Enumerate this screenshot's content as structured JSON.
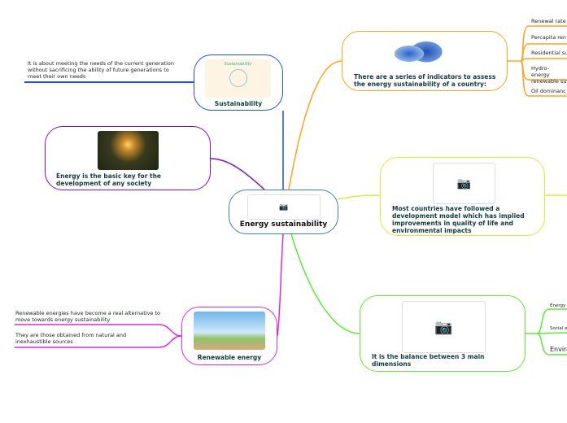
{
  "central": {
    "title": "Energy sustainability"
  },
  "sustainability": {
    "title": "Sustainability",
    "image_text": "Sustainability",
    "leaf": "It is about meeting the needs of the current generation without sacrificing the ability of future generations to meet their own needs"
  },
  "energy_key": {
    "title": "Energy is the basic key for the development of any society"
  },
  "renewable": {
    "title": "Renewable energy",
    "leaves": [
      "Renewable energies have become a real alternative to move towards energy sustainability",
      "They are those obtained from natural and inexhaustible sources"
    ]
  },
  "indicators": {
    "title": "There are a series of indicators to assess the energy sustainability of a country:",
    "leaves": [
      "Renewal rate",
      "Percapita ren",
      "Residential su",
      "Hydro-energy renewable su",
      "Oil dominanc"
    ]
  },
  "development": {
    "title": "Most countries have followed a development model which has implied improvements in quality of life and environmental impacts"
  },
  "balance": {
    "title": "It is the balance between 3 main dimensions",
    "leaves": [
      "Energy",
      "Social e",
      "Enviro"
    ]
  },
  "colors": {
    "central": "#3a7fc1",
    "sustainability": "#1f4ff0",
    "energy_key": "#7a10d8",
    "renewable": "#e028e0",
    "indicators": "#ffa41a",
    "development": "#d8ee30",
    "balance": "#5eea38"
  },
  "icons": {
    "placeholder": "camera-icon"
  }
}
